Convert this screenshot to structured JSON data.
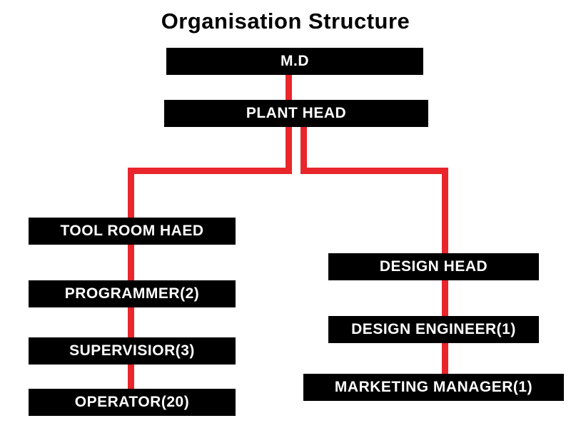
{
  "title": "Organisation Structure",
  "accent_color": "#e8262b",
  "box_color": "#000000",
  "text_color": "#ffffff",
  "nodes": {
    "md": {
      "label": "M.D"
    },
    "plant_head": {
      "label": "PLANT HEAD"
    },
    "tool_room_head": {
      "label": "TOOL ROOM HAED"
    },
    "programmer": {
      "label": "PROGRAMMER(2)"
    },
    "supervisor": {
      "label": "SUPERVISIOR(3)"
    },
    "operator": {
      "label": "OPERATOR(20)"
    },
    "design_head": {
      "label": "DESIGN HEAD"
    },
    "design_engineer": {
      "label": "DESIGN ENGINEER(1)"
    },
    "marketing_manager": {
      "label": "MARKETING MANAGER(1)"
    }
  }
}
